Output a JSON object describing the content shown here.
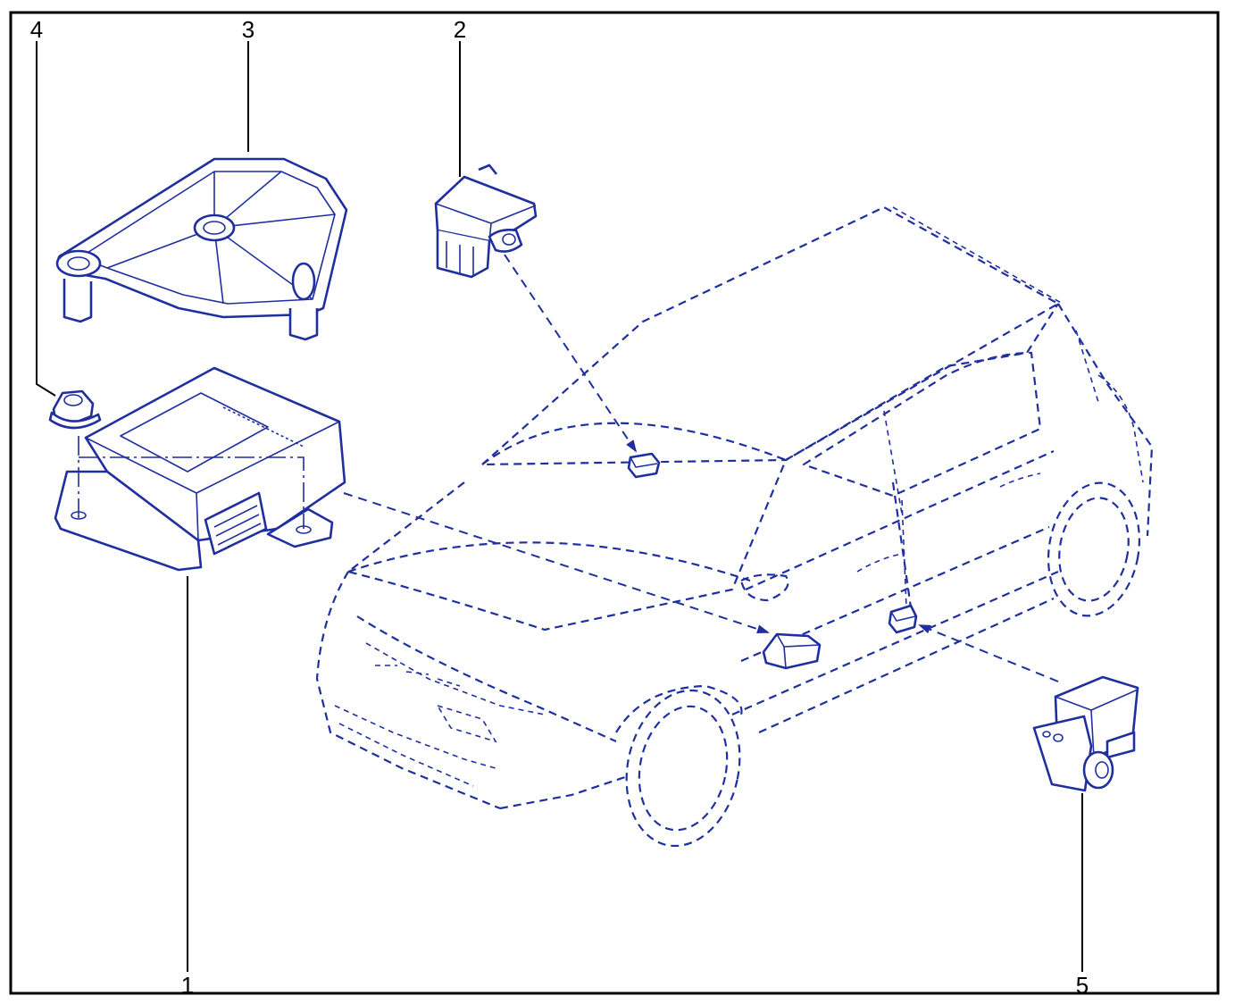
{
  "colors": {
    "ink": "#1f2f9e",
    "frame": "#000000",
    "background": "#ffffff"
  },
  "callouts": [
    {
      "id": "1",
      "label": "1"
    },
    {
      "id": "2",
      "label": "2"
    },
    {
      "id": "3",
      "label": "3"
    },
    {
      "id": "4",
      "label": "4"
    },
    {
      "id": "5",
      "label": "5"
    }
  ]
}
